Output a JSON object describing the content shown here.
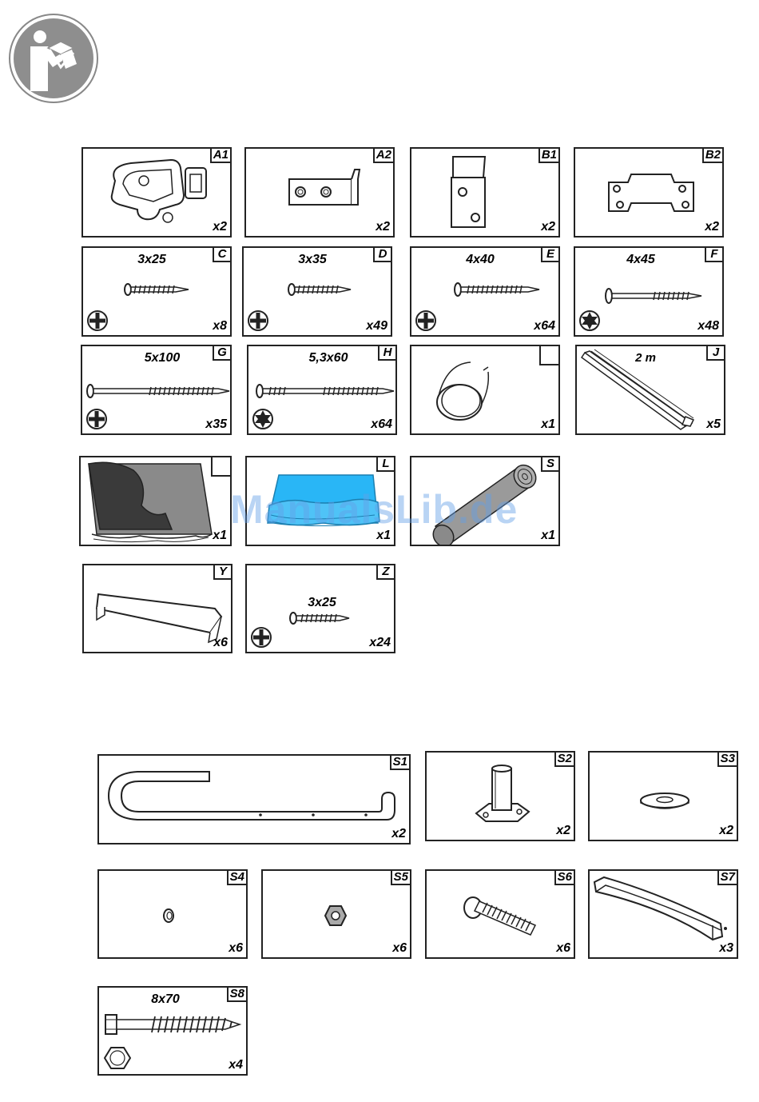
{
  "parts": [
    {
      "id": "A1",
      "label": "A1",
      "qty": "x2"
    },
    {
      "id": "A2",
      "label": "A2",
      "qty": "x2"
    },
    {
      "id": "B1",
      "label": "B1",
      "qty": "x2"
    },
    {
      "id": "B2",
      "label": "B2",
      "qty": "x2"
    },
    {
      "id": "C",
      "label": "C",
      "qty": "x8",
      "dimension": "3x25"
    },
    {
      "id": "D",
      "label": "D",
      "qty": "x49",
      "dimension": "3x35"
    },
    {
      "id": "E",
      "label": "E",
      "qty": "x64",
      "dimension": "4x40"
    },
    {
      "id": "F",
      "label": "F",
      "qty": "x48",
      "dimension": "4x45"
    },
    {
      "id": "G",
      "label": "G",
      "qty": "x35",
      "dimension": "5x100"
    },
    {
      "id": "H",
      "label": "H",
      "qty": "x64",
      "dimension": "5,3x60"
    },
    {
      "id": "I",
      "label": "",
      "qty": "x1"
    },
    {
      "id": "J",
      "label": "J",
      "qty": "x5",
      "dimension": "2 m"
    },
    {
      "id": "K",
      "label": "",
      "qty": "x1"
    },
    {
      "id": "L",
      "label": "L",
      "qty": "x1"
    },
    {
      "id": "S",
      "label": "S",
      "qty": "x1"
    },
    {
      "id": "Y",
      "label": "Y",
      "qty": "x6"
    },
    {
      "id": "Z",
      "label": "Z",
      "qty": "x24",
      "dimension": "3x25"
    },
    {
      "id": "S1",
      "label": "S1",
      "qty": "x2"
    },
    {
      "id": "S2",
      "label": "S2",
      "qty": "x2"
    },
    {
      "id": "S3",
      "label": "S3",
      "qty": "x2"
    },
    {
      "id": "S4",
      "label": "S4",
      "qty": "x6"
    },
    {
      "id": "S5",
      "label": "S5",
      "qty": "x6"
    },
    {
      "id": "S6",
      "label": "S6",
      "qty": "x6"
    },
    {
      "id": "S7",
      "label": "S7",
      "qty": "x3"
    },
    {
      "id": "S8",
      "label": "S8",
      "qty": "x4",
      "dimension": "8x70"
    }
  ],
  "watermark": "ManualsLib.de",
  "icons": {
    "manual": "read-manual-icon",
    "phillips": "phillips-drive-icon",
    "torx": "torx-drive-icon",
    "hex": "hex-head-icon"
  },
  "colors": {
    "line": "#222222",
    "fill_gray": "#8a8a8a",
    "fill_dark": "#3a3a3a",
    "fill_blue": "#29b6f6",
    "watermark": "#8fb8e6"
  }
}
